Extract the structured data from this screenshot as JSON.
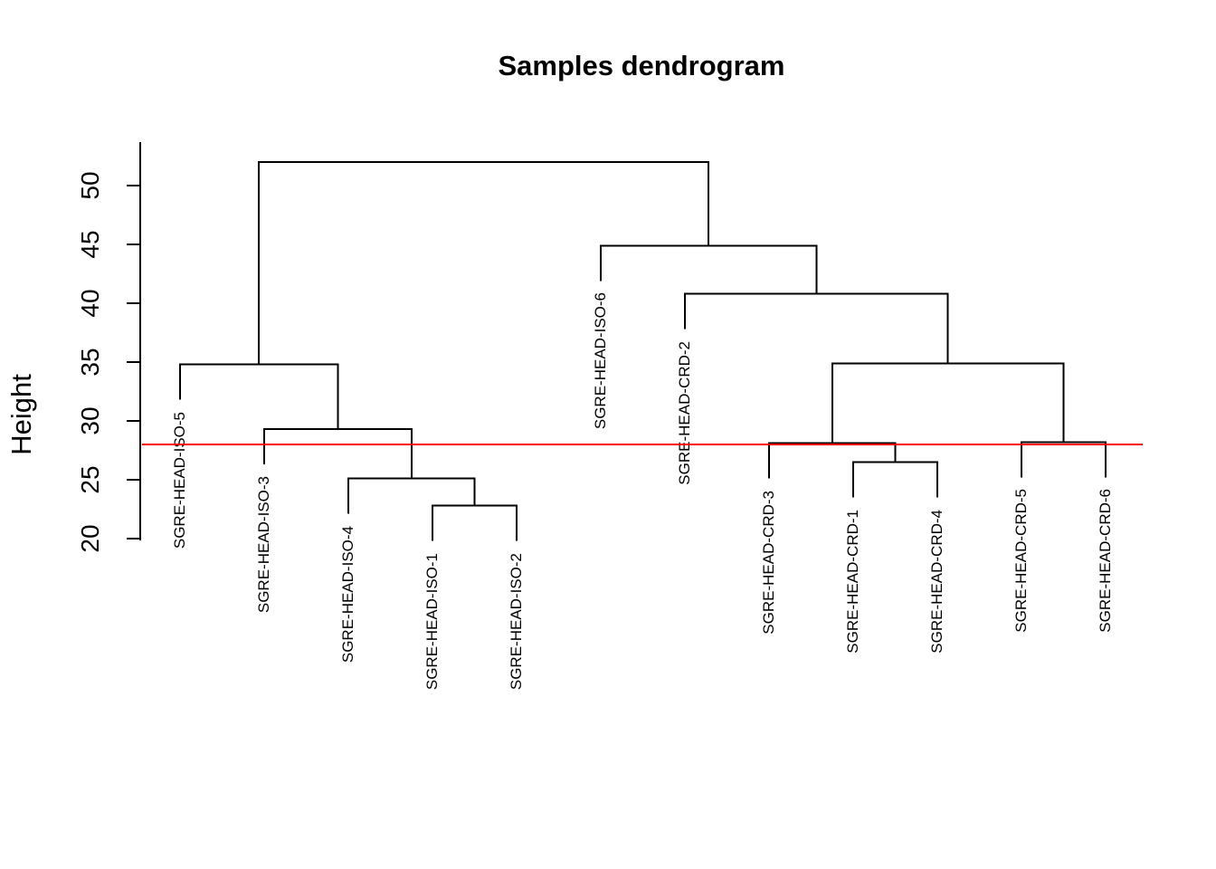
{
  "chart_data": {
    "type": "dendrogram",
    "title": "Samples dendrogram",
    "ylabel": "Height",
    "ylim": [
      20,
      53.5
    ],
    "yticks": [
      20,
      25,
      30,
      35,
      40,
      45,
      50
    ],
    "grid": false,
    "legend": null,
    "colors": {
      "line": "#000000",
      "text": "#000000"
    },
    "cut_line": {
      "height": 28,
      "color": "#ff0000"
    },
    "hang": 2.9,
    "leaf_order": [
      "SGRE-HEAD-ISO-5",
      "SGRE-HEAD-ISO-3",
      "SGRE-HEAD-ISO-4",
      "SGRE-HEAD-ISO-1",
      "SGRE-HEAD-ISO-2",
      "SGRE-HEAD-ISO-6",
      "SGRE-HEAD-CRD-2",
      "SGRE-HEAD-CRD-3",
      "SGRE-HEAD-CRD-1",
      "SGRE-HEAD-CRD-4",
      "SGRE-HEAD-CRD-5",
      "SGRE-HEAD-CRD-6"
    ],
    "tree": {
      "height": 52.0,
      "children": [
        {
          "height": 34.8,
          "children": [
            "SGRE-HEAD-ISO-5",
            {
              "height": 29.3,
              "children": [
                "SGRE-HEAD-ISO-3",
                {
                  "height": 25.1,
                  "children": [
                    "SGRE-HEAD-ISO-4",
                    {
                      "height": 22.8,
                      "children": [
                        "SGRE-HEAD-ISO-1",
                        "SGRE-HEAD-ISO-2"
                      ]
                    }
                  ]
                }
              ]
            }
          ]
        },
        {
          "height": 44.9,
          "children": [
            "SGRE-HEAD-ISO-6",
            {
              "height": 40.8,
              "children": [
                "SGRE-HEAD-CRD-2",
                {
                  "height": 34.9,
                  "children": [
                    {
                      "height": 28.1,
                      "children": [
                        "SGRE-HEAD-CRD-3",
                        {
                          "height": 26.5,
                          "children": [
                            "SGRE-HEAD-CRD-1",
                            "SGRE-HEAD-CRD-4"
                          ]
                        }
                      ]
                    },
                    {
                      "height": 28.2,
                      "children": [
                        "SGRE-HEAD-CRD-5",
                        "SGRE-HEAD-CRD-6"
                      ]
                    }
                  ]
                }
              ]
            }
          ]
        }
      ]
    }
  }
}
